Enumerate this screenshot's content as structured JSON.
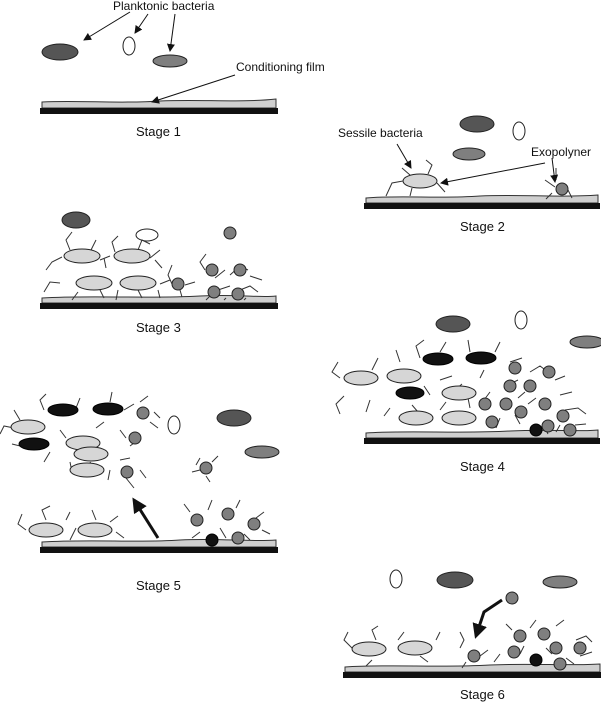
{
  "labels": {
    "planktonic": "Planktonic bacteria",
    "conditioning": "Conditioning film",
    "sessile": "Sessile bacteria",
    "exopolymer": "Exopolyner"
  },
  "stages": [
    "Stage 1",
    "Stage 2",
    "Stage 3",
    "Stage 4",
    "Stage 5",
    "Stage 6"
  ],
  "colors": {
    "substrate": "#111111",
    "film": "#cfcfcf",
    "light_cell": "#d6d6d6",
    "medium_cell": "#7f7f7f",
    "dark_cell": "#555555",
    "black_cell": "#111111"
  }
}
